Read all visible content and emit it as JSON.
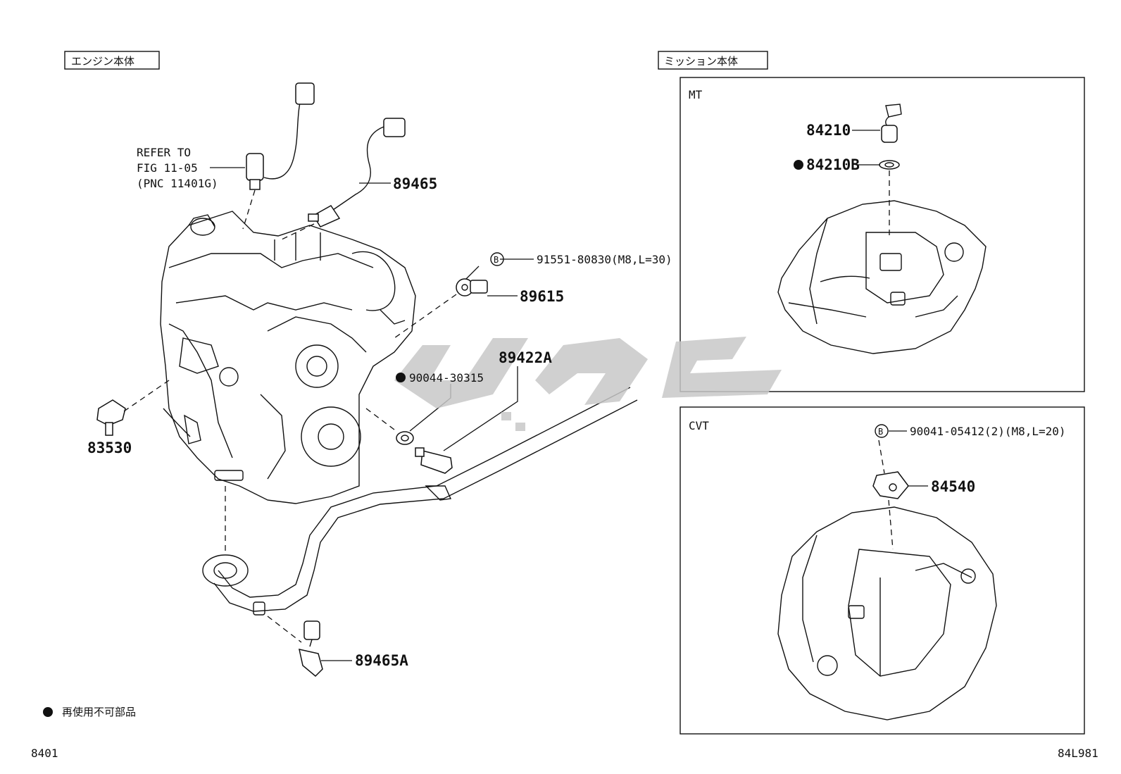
{
  "sections": {
    "engine_label": "エンジン本体",
    "mission_label": "ミッション本体",
    "mt_label": "MT",
    "cvt_label": "CVT"
  },
  "refer": {
    "line1": "REFER TO",
    "line2": "FIG 11-05",
    "line3": "(PNC 11401G)"
  },
  "parts": {
    "p89465": "89465",
    "p89615": "89615",
    "p89422A": "89422A",
    "p83530": "83530",
    "p89465A": "89465A",
    "p84210": "84210",
    "p84210B": "84210B",
    "p84540": "84540"
  },
  "bolts": {
    "b1_marker": "B",
    "b1_spec": "91551-80830(M8,L=30)",
    "b2_marker": "B",
    "b2_spec": "90041-05412(2)(M8,L=20)",
    "gasket_spec": "90044-30315"
  },
  "legend": {
    "text": "再使用不可部品"
  },
  "footer": {
    "left_code": "8401",
    "right_code": "84L981"
  },
  "watermark": {
    "color": "#c8c8c8"
  }
}
